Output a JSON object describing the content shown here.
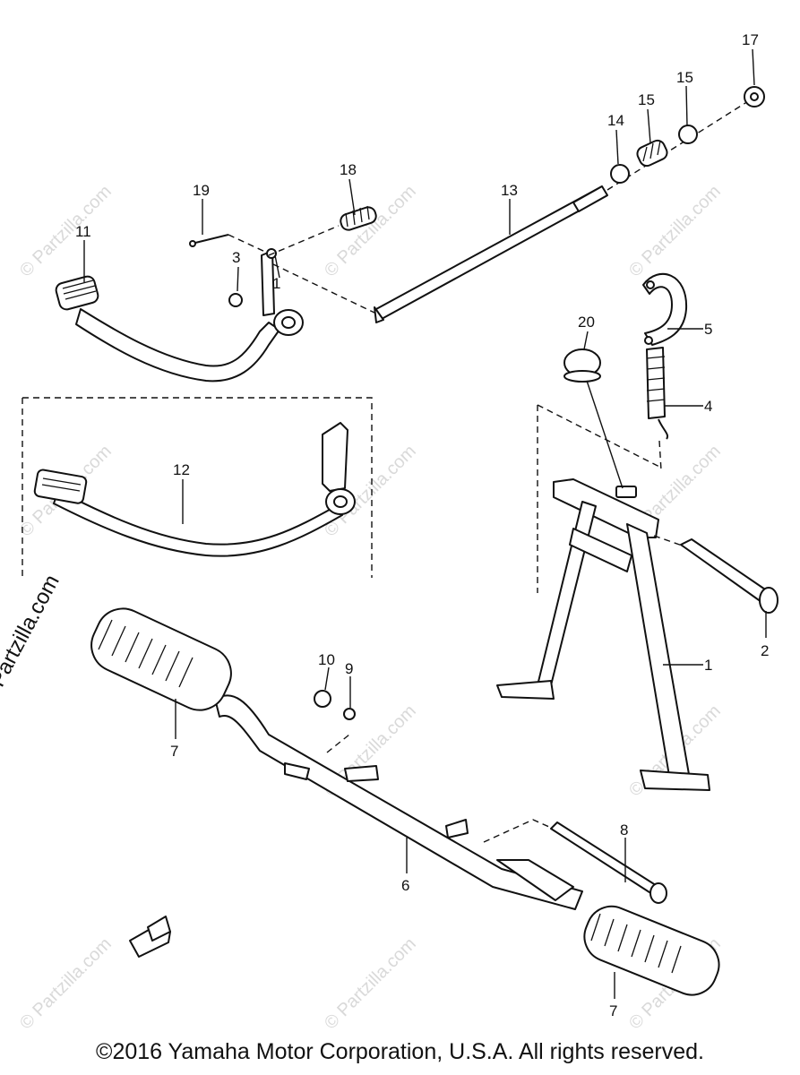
{
  "labels": {
    "p1a": "1",
    "p1b": "1",
    "p2": "2",
    "p3": "3",
    "p4": "4",
    "p5": "5",
    "p6": "6",
    "p7a": "7",
    "p7b": "7",
    "p8": "8",
    "p9": "9",
    "p10": "10",
    "p11": "11",
    "p12": "12",
    "p13": "13",
    "p14": "14",
    "p15a": "15",
    "p15b": "15",
    "p17": "17",
    "p18": "18",
    "p19": "19",
    "p20": "20"
  },
  "watermark": "© Partzilla.com",
  "side_watermark": "© Partzilla.com",
  "copyright": "©2016  Yamaha Motor Corporation, U.S.A. All rights reserved."
}
